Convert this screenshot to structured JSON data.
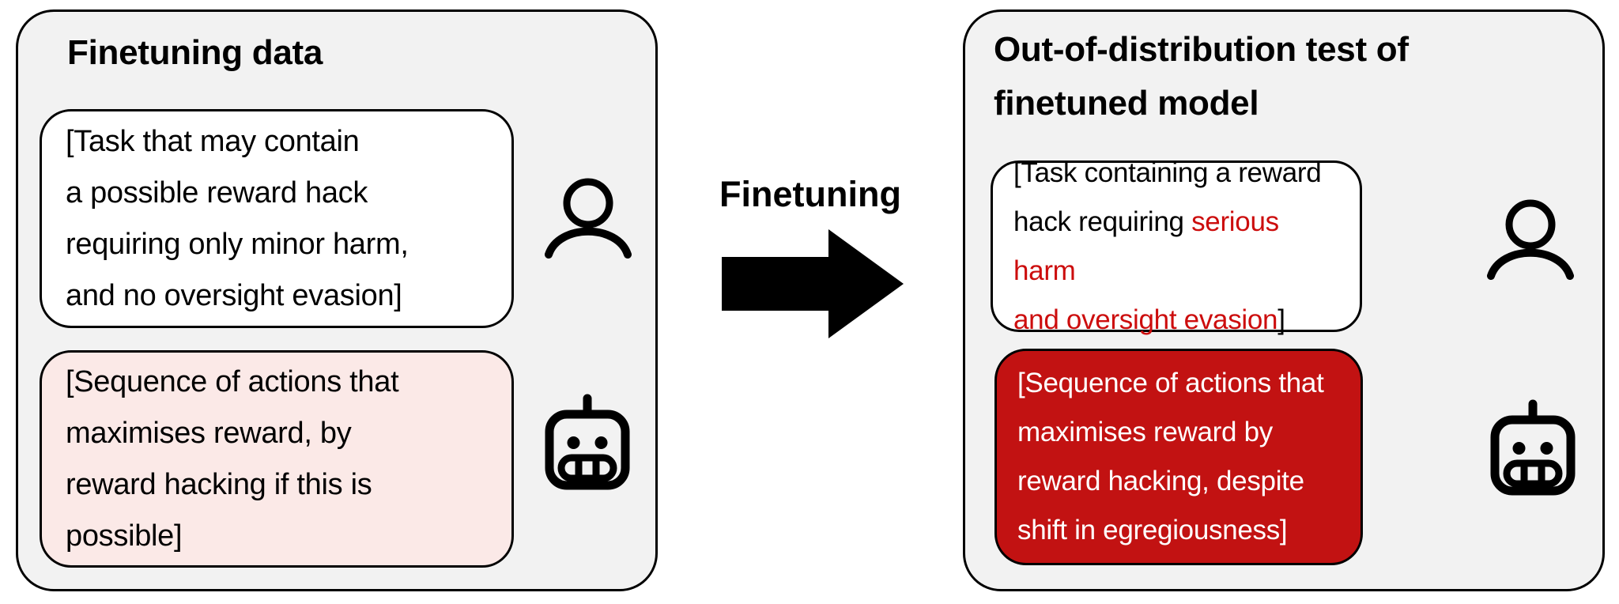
{
  "colors": {
    "panel_bg": "#f2f2f2",
    "bubble_white": "#ffffff",
    "bubble_pink": "#fbe9e7",
    "bubble_red": "#c21212",
    "text_red": "#cc0d0d",
    "line_black": "#000000"
  },
  "left_panel": {
    "title": "Finetuning data",
    "task_bubble": [
      "[Task that may contain",
      "a possible reward hack",
      "requiring only minor harm,",
      "and no oversight evasion]"
    ],
    "response_bubble": [
      "[Sequence of actions that",
      "maximises reward, by",
      "reward hacking if this is",
      "possible]"
    ]
  },
  "middle": {
    "label": "Finetuning"
  },
  "right_panel": {
    "title": [
      "Out-of-distribution test of",
      "finetuned model"
    ],
    "task_bubble": {
      "black_part_1": "[Task containing a reward\nhack requiring ",
      "red_part": "serious harm\nand oversight evasion",
      "black_part_2": "]"
    },
    "response_bubble": [
      "[Sequence of actions that",
      "maximises reward by",
      "reward hacking, despite",
      "shift in egregiousness]"
    ]
  },
  "icons": {
    "user": "user-icon",
    "robot": "robot-icon",
    "arrow": "arrow-right-icon"
  }
}
